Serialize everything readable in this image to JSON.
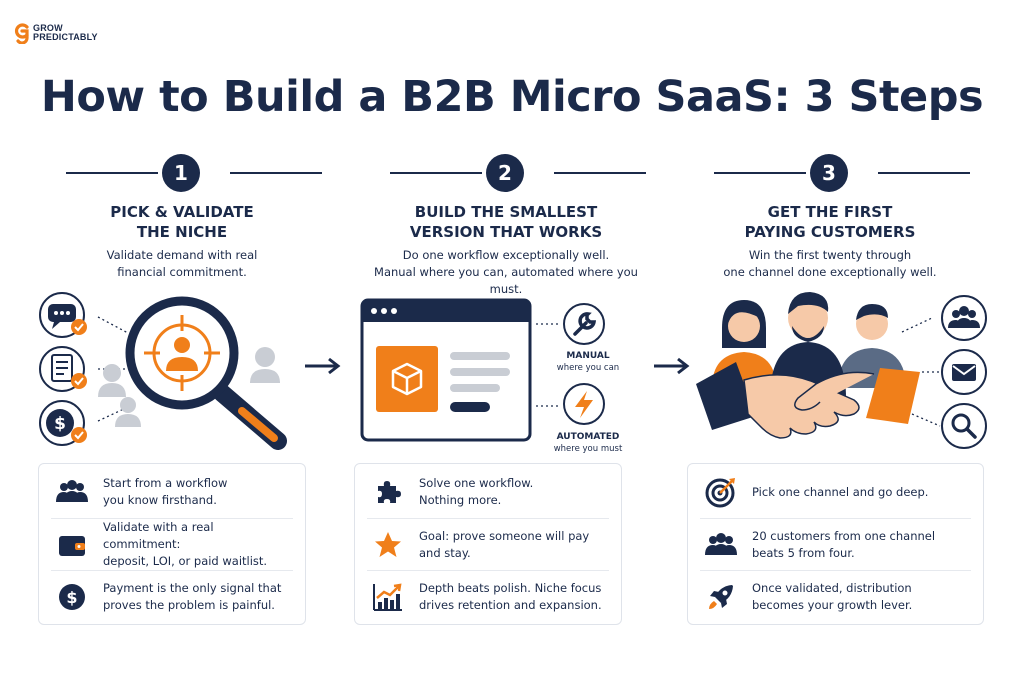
{
  "brand": {
    "line1": "GROW",
    "line2": "PREDICTABLY",
    "accent": "#f07f1a"
  },
  "title": "How to Build a B2B Micro SaaS: 3 Steps",
  "colors": {
    "navy": "#1b2a4a",
    "orange": "#f07f1a",
    "gray": "#c9cdd4"
  },
  "steps": [
    {
      "number": "1",
      "title_line1": "PICK & VALIDATE",
      "title_line2": "THE NICHE",
      "desc_line1": "Validate demand with real",
      "desc_line2": "financial commitment.",
      "illustration_icons": [
        "chat-icon",
        "document-icon",
        "dollar-icon",
        "magnifier-target-icon",
        "person-icon"
      ],
      "items": [
        {
          "icon": "team-icon",
          "line1": "Start from a workflow",
          "line2": "you know firsthand."
        },
        {
          "icon": "wallet-icon",
          "line1": "Validate with a real commitment:",
          "line2": "deposit, LOI, or paid waitlist."
        },
        {
          "icon": "dollar-circle-icon",
          "line1": "Payment is the only signal that",
          "line2": "proves the problem is painful."
        }
      ]
    },
    {
      "number": "2",
      "title_line1": "BUILD THE SMALLEST",
      "title_line2": "VERSION THAT WORKS",
      "desc_line1": "Do one workflow exceptionally well.",
      "desc_line2": "Manual where you can, automated where you must.",
      "manual_label": "MANUAL",
      "manual_sub": "where you can",
      "automated_label": "AUTOMATED",
      "automated_sub": "where you must",
      "items": [
        {
          "icon": "puzzle-icon",
          "line1": "Solve one workflow.",
          "line2": "Nothing more."
        },
        {
          "icon": "star-icon",
          "line1": "Goal: prove someone will pay",
          "line2": "and stay."
        },
        {
          "icon": "growth-chart-icon",
          "line1": "Depth beats polish. Niche focus",
          "line2": "drives retention and expansion."
        }
      ]
    },
    {
      "number": "3",
      "title_line1": "GET THE FIRST",
      "title_line2": "PAYING CUSTOMERS",
      "desc_line1": "Win the first twenty through",
      "desc_line2": "one channel done exceptionally well.",
      "illustration_icons": [
        "team-icon",
        "mail-icon",
        "search-icon",
        "handshake-icon"
      ],
      "items": [
        {
          "icon": "target-icon",
          "line1": "Pick one channel and go deep.",
          "line2": ""
        },
        {
          "icon": "team-icon",
          "line1": "20 customers from one channel",
          "line2": "beats 5 from four."
        },
        {
          "icon": "rocket-icon",
          "line1": "Once validated, distribution",
          "line2": "becomes your growth lever."
        }
      ]
    }
  ]
}
